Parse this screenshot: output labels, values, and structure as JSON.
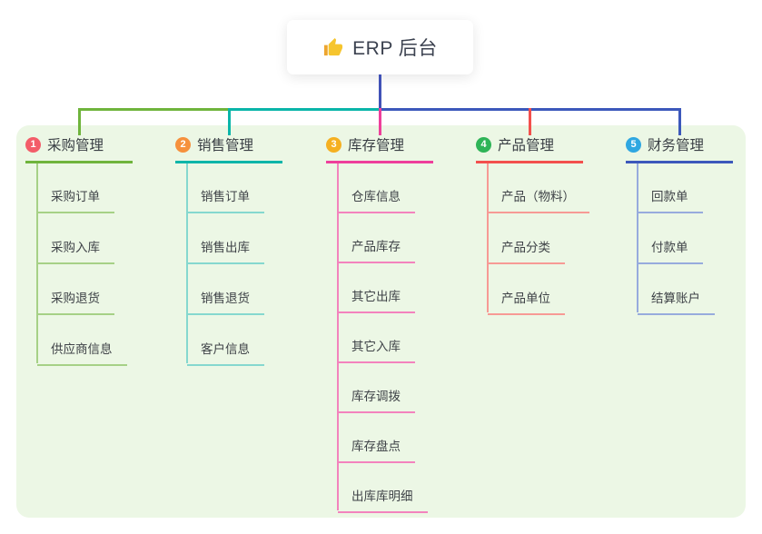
{
  "root": {
    "label": "ERP 后台",
    "icon": "thumbs-up-icon"
  },
  "colors": {
    "page_bg": "#ffffff",
    "panel_bg": "#ecf7e5",
    "root_card_bg": "#ffffff",
    "root_connector": "#4152b7",
    "root_text": "#3c4250",
    "thumb_yellow": "#f6c52e",
    "thumb_cuff": "#eda52f"
  },
  "branches": [
    {
      "badge": "1",
      "label": "采购管理",
      "badge_color": "#f35d69",
      "line_color": "#6fb43c",
      "child_line_color": "#a6d186",
      "children": [
        "采购订单",
        "采购入库",
        "采购退货",
        "供应商信息"
      ]
    },
    {
      "badge": "2",
      "label": "销售管理",
      "badge_color": "#f6913d",
      "line_color": "#0ab5a9",
      "child_line_color": "#85d8cf",
      "children": [
        "销售订单",
        "销售出库",
        "销售退货",
        "客户信息"
      ]
    },
    {
      "badge": "3",
      "label": "库存管理",
      "badge_color": "#f5b021",
      "line_color": "#ee3f9b",
      "child_line_color": "#f383bd",
      "children": [
        "仓库信息",
        "产品库存",
        "其它出库",
        "其它入库",
        "库存调拨",
        "库存盘点",
        "出库库明细"
      ]
    },
    {
      "badge": "4",
      "label": "产品管理",
      "badge_color": "#2eb457",
      "line_color": "#f3504d",
      "child_line_color": "#f79a95",
      "children": [
        "产品（物料）",
        "产品分类",
        "产品单位"
      ]
    },
    {
      "badge": "5",
      "label": "财务管理",
      "badge_color": "#2fa7e1",
      "line_color": "#3c58bb",
      "child_line_color": "#97abdd",
      "children": [
        "回款单",
        "付款单",
        "结算账户"
      ]
    }
  ]
}
